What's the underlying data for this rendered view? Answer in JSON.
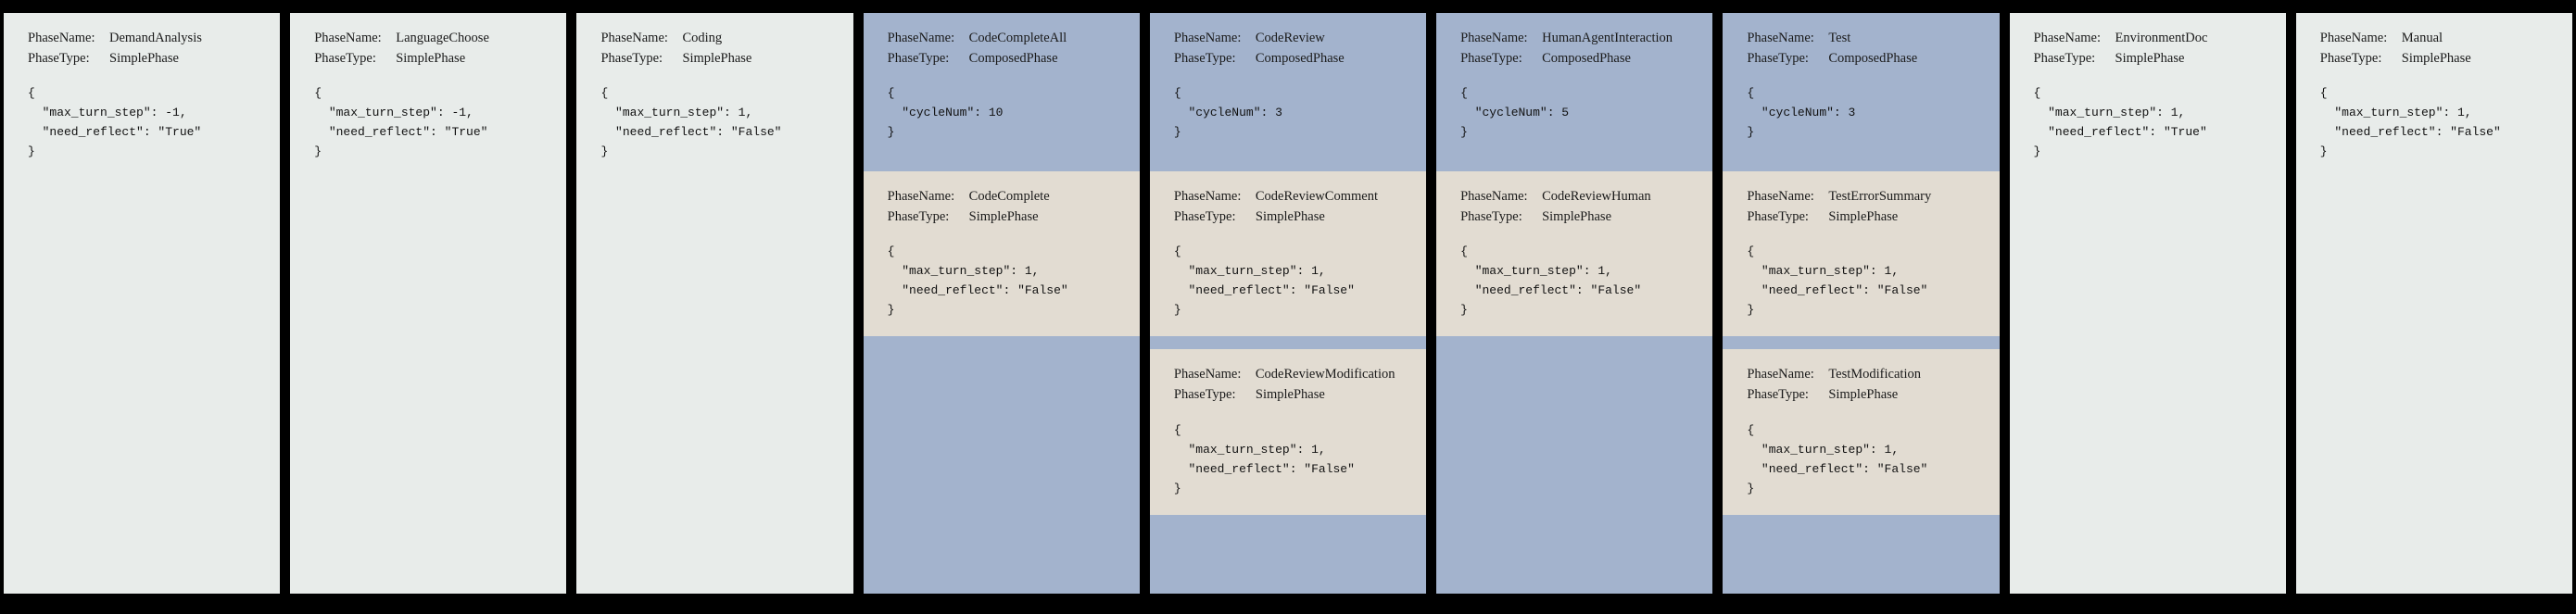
{
  "meta": {
    "label_phase_name": "PhaseName:",
    "label_phase_type": "PhaseType:",
    "type_simple": "SimplePhase",
    "type_composed": "ComposedPhase",
    "brace_open": "{",
    "brace_close": "}"
  },
  "colors": {
    "background": "#000000",
    "simple_panel": "#e8ecea",
    "composed_panel": "#a3b3cd",
    "sub_phase_block": "#e2dcd2",
    "text": "#111111"
  },
  "panels": [
    {
      "id": "demand-analysis",
      "kind": "simple",
      "phase_name": "DemandAnalysis",
      "phase_type": "SimplePhase",
      "json_lines": [
        "{",
        "  \"max_turn_step\": -1,",
        "  \"need_reflect\": \"True\"",
        "}"
      ],
      "config": {
        "max_turn_step": -1,
        "need_reflect": "True"
      },
      "sub_phases": []
    },
    {
      "id": "language-choose",
      "kind": "simple",
      "phase_name": "LanguageChoose",
      "phase_type": "SimplePhase",
      "json_lines": [
        "{",
        "  \"max_turn_step\": -1,",
        "  \"need_reflect\": \"True\"",
        "}"
      ],
      "config": {
        "max_turn_step": -1,
        "need_reflect": "True"
      },
      "sub_phases": []
    },
    {
      "id": "coding",
      "kind": "simple",
      "phase_name": "Coding",
      "phase_type": "SimplePhase",
      "json_lines": [
        "{",
        "  \"max_turn_step\": 1,",
        "  \"need_reflect\": \"False\"",
        "}"
      ],
      "config": {
        "max_turn_step": 1,
        "need_reflect": "False"
      },
      "sub_phases": []
    },
    {
      "id": "code-complete-all",
      "kind": "composed",
      "phase_name": "CodeCompleteAll",
      "phase_type": "ComposedPhase",
      "json_lines": [
        "{",
        "  \"cycleNum\": 10",
        "}"
      ],
      "config": {
        "cycleNum": 10
      },
      "sub_phases": [
        {
          "id": "code-complete",
          "phase_name": "CodeComplete",
          "phase_type": "SimplePhase",
          "json_lines": [
            "{",
            "  \"max_turn_step\": 1,",
            "  \"need_reflect\": \"False\"",
            "}"
          ],
          "config": {
            "max_turn_step": 1,
            "need_reflect": "False"
          }
        }
      ]
    },
    {
      "id": "code-review",
      "kind": "composed",
      "phase_name": "CodeReview",
      "phase_type": "ComposedPhase",
      "json_lines": [
        "{",
        "  \"cycleNum\": 3",
        "}"
      ],
      "config": {
        "cycleNum": 3
      },
      "sub_phases": [
        {
          "id": "code-review-comment",
          "phase_name": "CodeReviewComment",
          "phase_type": "SimplePhase",
          "json_lines": [
            "{",
            "  \"max_turn_step\": 1,",
            "  \"need_reflect\": \"False\"",
            "}"
          ],
          "config": {
            "max_turn_step": 1,
            "need_reflect": "False"
          }
        },
        {
          "id": "code-review-modification",
          "phase_name": "CodeReviewModification",
          "phase_type": "SimplePhase",
          "json_lines": [
            "{",
            "  \"max_turn_step\": 1,",
            "  \"need_reflect\": \"False\"",
            "}"
          ],
          "config": {
            "max_turn_step": 1,
            "need_reflect": "False"
          }
        }
      ]
    },
    {
      "id": "human-agent-interaction",
      "kind": "composed",
      "phase_name": "HumanAgentInteraction",
      "phase_type": "ComposedPhase",
      "json_lines": [
        "{",
        "  \"cycleNum\": 5",
        "}"
      ],
      "config": {
        "cycleNum": 5
      },
      "sub_phases": [
        {
          "id": "code-review-human",
          "phase_name": "CodeReviewHuman",
          "phase_type": "SimplePhase",
          "json_lines": [
            "{",
            "  \"max_turn_step\": 1,",
            "  \"need_reflect\": \"False\"",
            "}"
          ],
          "config": {
            "max_turn_step": 1,
            "need_reflect": "False"
          }
        }
      ]
    },
    {
      "id": "test",
      "kind": "composed",
      "phase_name": "Test",
      "phase_type": "ComposedPhase",
      "json_lines": [
        "{",
        "  \"cycleNum\": 3",
        "}"
      ],
      "config": {
        "cycleNum": 3
      },
      "sub_phases": [
        {
          "id": "test-error-summary",
          "phase_name": "TestErrorSummary",
          "phase_type": "SimplePhase",
          "json_lines": [
            "{",
            "  \"max_turn_step\": 1,",
            "  \"need_reflect\": \"False\"",
            "}"
          ],
          "config": {
            "max_turn_step": 1,
            "need_reflect": "False"
          }
        },
        {
          "id": "test-modification",
          "phase_name": "TestModification",
          "phase_type": "SimplePhase",
          "json_lines": [
            "{",
            "  \"max_turn_step\": 1,",
            "  \"need_reflect\": \"False\"",
            "}"
          ],
          "config": {
            "max_turn_step": 1,
            "need_reflect": "False"
          }
        }
      ]
    },
    {
      "id": "environment-doc",
      "kind": "simple",
      "phase_name": "EnvironmentDoc",
      "phase_type": "SimplePhase",
      "json_lines": [
        "{",
        "  \"max_turn_step\": 1,",
        "  \"need_reflect\": \"True\"",
        "}"
      ],
      "config": {
        "max_turn_step": 1,
        "need_reflect": "True"
      },
      "sub_phases": []
    },
    {
      "id": "manual",
      "kind": "simple",
      "phase_name": "Manual",
      "phase_type": "SimplePhase",
      "json_lines": [
        "{",
        "  \"max_turn_step\": 1,",
        "  \"need_reflect\": \"False\"",
        "}"
      ],
      "config": {
        "max_turn_step": 1,
        "need_reflect": "False"
      },
      "sub_phases": []
    }
  ]
}
